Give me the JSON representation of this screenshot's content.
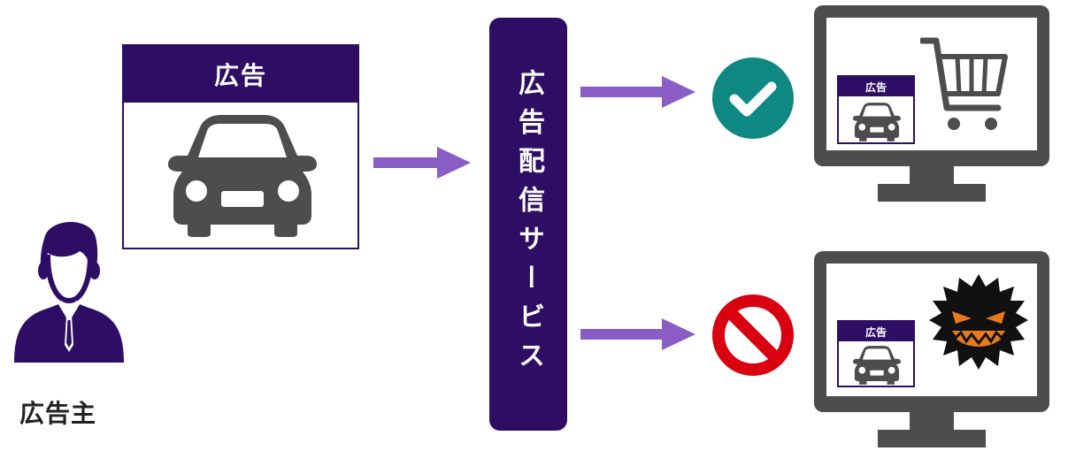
{
  "advertiser": {
    "label": "広告主"
  },
  "ad_card": {
    "header": "広告"
  },
  "service": {
    "label": "広告配信サービス"
  },
  "monitor_safe": {
    "ad_header": "広告",
    "status": "approved"
  },
  "monitor_malicious": {
    "ad_header": "広告",
    "status": "blocked"
  },
  "colors": {
    "brand_purple": "#2e0e64",
    "arrow_purple": "#8a5cc5",
    "monitor_gray": "#4d4d4d",
    "check_teal": "#0e8882",
    "block_red": "#d9000f"
  },
  "icons": [
    "person-icon",
    "car-icon",
    "arrow-right-icon",
    "check-circle-icon",
    "monitor-icon",
    "shopping-cart-icon",
    "prohibited-icon",
    "malware-monster-icon"
  ]
}
